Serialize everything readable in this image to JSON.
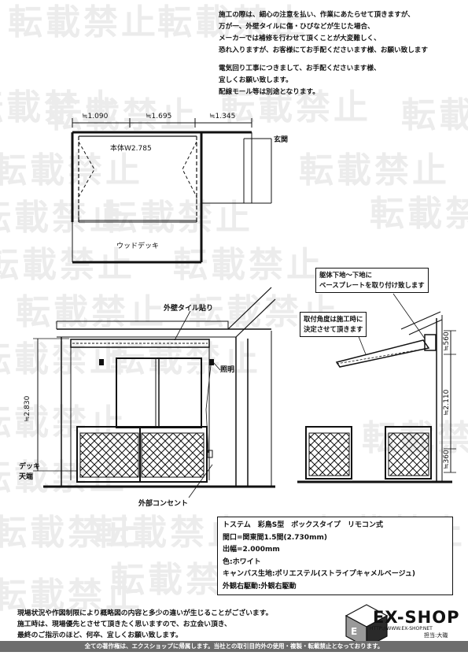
{
  "watermark": {
    "text": "転載禁止"
  },
  "notes": {
    "lines": [
      "施工の際は、細心の注意を払い、作業にあたらせて頂きますが、",
      "万が一、外壁タイルに傷・ひびなどが生じた場合、",
      "メーカーでは補修を行わせて頂くことが大変難しく、",
      "恐れ入りますが、お客様にてお手配くださいます様、お願い致します"
    ],
    "lines2": [
      "電気回り工事につきまして、お手配くださいます様、",
      "宜しくお願い致します。",
      "配線モール等は別途となります。"
    ]
  },
  "plan": {
    "dim_left": "≒1.090",
    "dim_mid": "≒1.695",
    "dim_right": "≒1.345",
    "body_width": "本体W2.785",
    "entrance": "玄関",
    "deck": "ウッドデッキ"
  },
  "front": {
    "wall_tile": "外壁タイル貼り",
    "light": "照明",
    "height": "≒2.830",
    "deck_top_1": "デッキ",
    "deck_top_2": "天端",
    "outlet": "外部コンセント"
  },
  "side": {
    "callout1": [
      "躯体下地～下地に",
      "ベースプレートを取り付け致します"
    ],
    "callout2": [
      "取付角度は施工時に",
      "決定させて頂きます"
    ],
    "dim_top": "≒560",
    "dim_mid": "≒2.110",
    "dim_bottom": "≒360"
  },
  "spec": {
    "lines": [
      "トステム　彩鳥S型　ボックスタイプ　リモコン式",
      "間口=関東間1.5間(2.730mm)",
      "出幅=2.000mm",
      "色:ホワイト",
      "キャンバス生地:ポリエステル(ストライプキャメルベージュ)",
      "外観右駆動:外観右駆動"
    ]
  },
  "footnote": {
    "lines": [
      "現場状況や作図制限により概略図の内容と多少の違いが生じることがございます。",
      "施工時は、現場優先とさせて頂きたく思いますので、お立会い頂き、",
      "最終のご指示のほど、何卒、宜しくお願い致します。"
    ]
  },
  "brand": {
    "name": "EX-SHOP",
    "url": "HTTP://WWW.EX-SHOP.NET",
    "staff": "担当:大磯"
  },
  "copyright": "全ての著作権は、エクスショップに帰属します。当社との取引目的外の使用・複製・転載禁止となっております。"
}
